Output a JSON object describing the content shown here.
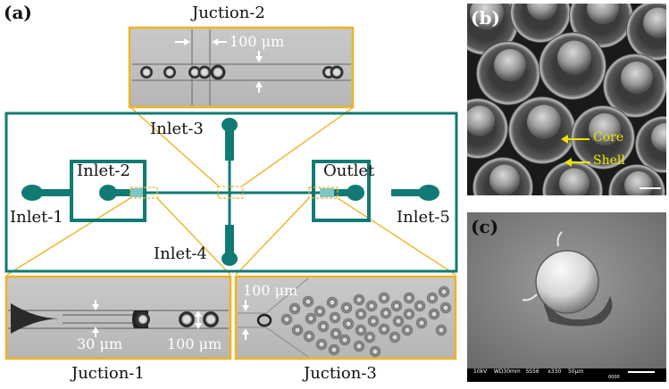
{
  "panels": {
    "a": "(a)",
    "b": "(b)",
    "c": "(c)"
  },
  "junctions": {
    "j1": "Juction-1",
    "j2": "Juction-2",
    "j3": "Juction-3"
  },
  "inlets": {
    "inlet1": "Inlet-1",
    "inlet2": "Inlet-2",
    "inlet3": "Inlet-3",
    "inlet4": "Inlet-4",
    "inlet5": "Inlet-5",
    "outlet": "Outlet"
  },
  "dimensions": {
    "j2_width": "100 μm",
    "j1_narrow": "30 μm",
    "j1_droplet": "100 μm",
    "j3_width": "100 μm"
  },
  "sem_labels": {
    "core": "Core",
    "shell": "Shell"
  },
  "sem_footer": [
    "10kV",
    "WD30mm",
    "SS56",
    "x330",
    "50μm",
    "0000"
  ],
  "colors": {
    "chip": "#117a74",
    "zoom_frame": "#f0b323",
    "annotation": "#f2e200"
  }
}
